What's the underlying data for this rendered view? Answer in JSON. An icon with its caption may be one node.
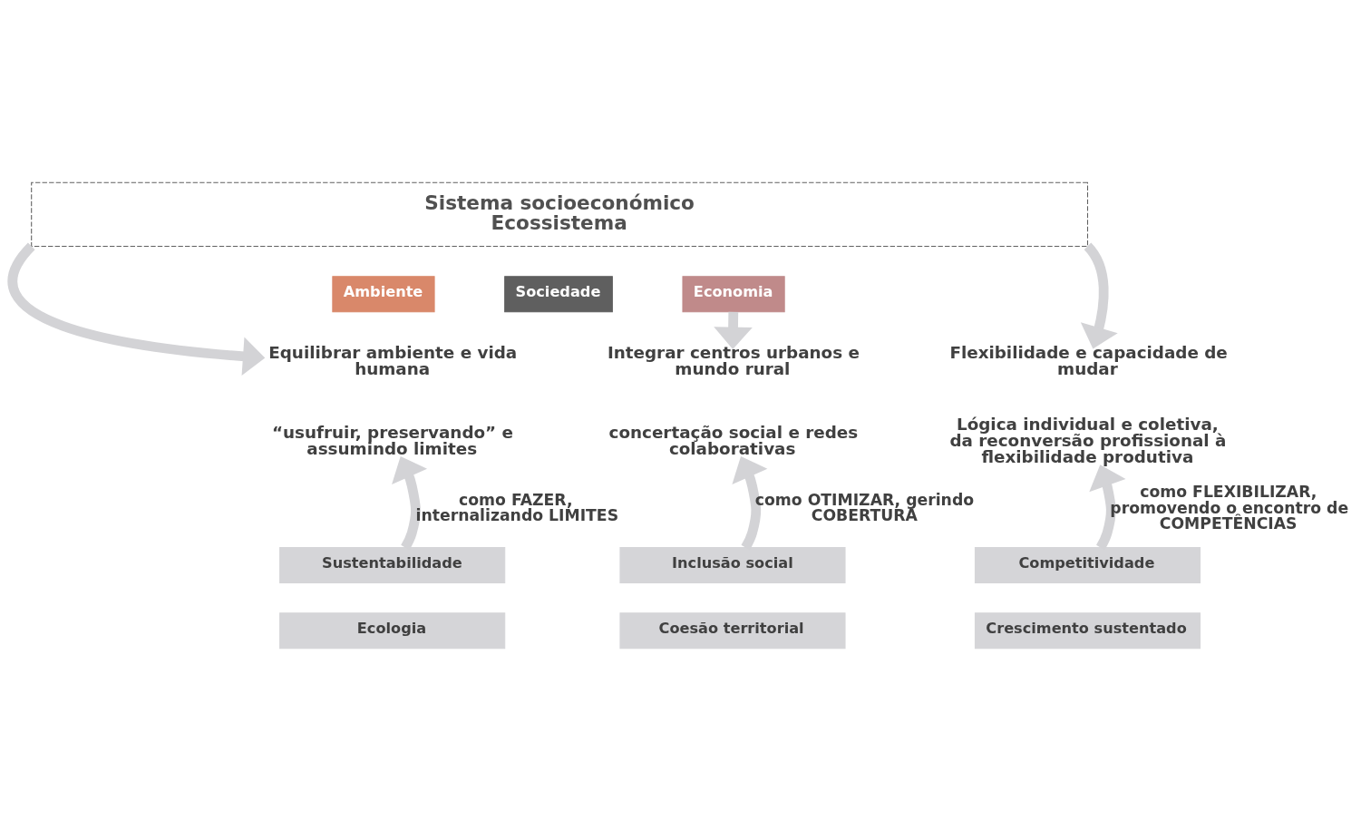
{
  "diagram": {
    "nodes": [
      {
        "text": [
          "Sistema socioeconómico",
          "Ecossistema"
        ]
      },
      {
        "text": [
          "Sociedade"
        ]
      },
      {
        "text": [
          "Ambiente"
        ]
      },
      {
        "text": [
          "Economia"
        ]
      },
      {
        "text": [
          "Equilibrar ambiente e vida humana"
        ]
      },
      {
        "text": [
          "Integrar centros urbanos e mundo rural"
        ]
      },
      {
        "text": [
          "Flexibilidade e capacidade de mudar"
        ]
      },
      {
        "text": [
          "“usufruir, preservando” e assumindo limites"
        ]
      },
      {
        "text": [
          "concertação social e redes colaborativas"
        ]
      },
      {
        "text": [
          "Lógica individual e coletiva, da reconversão profissional à flexibilidade produtiva"
        ]
      },
      {
        "text": [
          "Sustentabilidade"
        ]
      },
      {
        "text": [
          "Inclusão social"
        ]
      },
      {
        "text": [
          "Competitividade"
        ]
      },
      {
        "text": [
          "Ecologia"
        ]
      },
      {
        "text": [
          "Coesão territorial"
        ]
      },
      {
        "text": [
          "Crescimento sustentado"
        ]
      }
    ],
    "edges": [
      {
        "from": 0,
        "to": 4,
        "arrow": "to"
      },
      {
        "from": 3,
        "to": 5,
        "arrow": "to"
      },
      {
        "from": 0,
        "to": 6,
        "arrow": "to"
      },
      {
        "from": 10,
        "to": 7,
        "arrow": "to",
        "label": "como FAZER, internalizando LIMITES"
      },
      {
        "from": 11,
        "to": 8,
        "arrow": "to",
        "label": "como OTIMIZAR, gerindo COBERTURA"
      },
      {
        "from": 12,
        "to": 9,
        "arrow": "to",
        "label": "como FLEXIBILIZAR, promovendo o encontro de COMPETÊNCIAS"
      }
    ]
  }
}
